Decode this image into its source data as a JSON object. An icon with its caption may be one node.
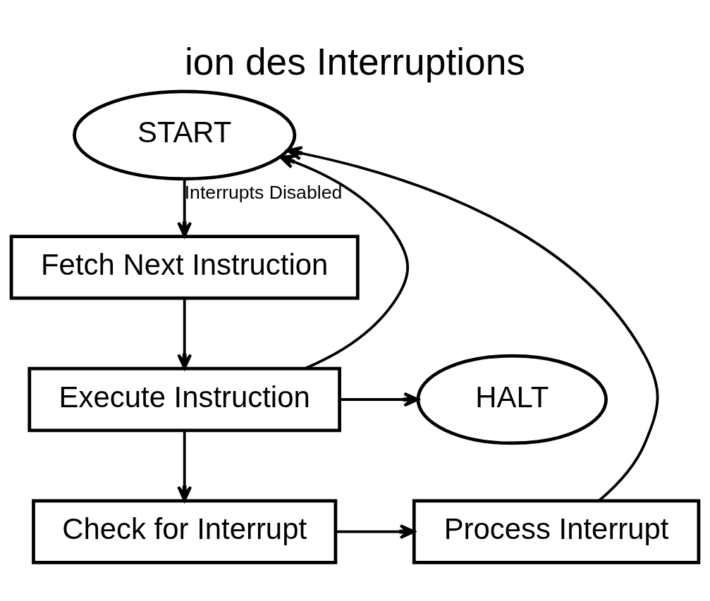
{
  "diagram": {
    "title": "ion des Interruptions",
    "nodes": [
      {
        "text": [
          "START"
        ]
      },
      {
        "text": [
          "Fetch Next Instruction"
        ]
      },
      {
        "text": [
          "Execute Instruction"
        ]
      },
      {
        "text": [
          "HALT"
        ]
      },
      {
        "text": [
          "Check for Interrupt"
        ]
      },
      {
        "text": [
          "Process Interrupt"
        ]
      }
    ],
    "edges": [
      {
        "from": 0,
        "to": 1,
        "arrow": "to"
      },
      {
        "from": 1,
        "to": 2,
        "arrow": "to"
      },
      {
        "from": 2,
        "to": 3,
        "arrow": "to"
      },
      {
        "from": 2,
        "to": 0,
        "arrow": "to",
        "label": "Interrupts Disabled"
      },
      {
        "from": 2,
        "to": 4,
        "arrow": "to"
      },
      {
        "from": 4,
        "to": 5,
        "arrow": "to"
      },
      {
        "from": 5,
        "to": 0,
        "arrow": "to"
      }
    ]
  }
}
